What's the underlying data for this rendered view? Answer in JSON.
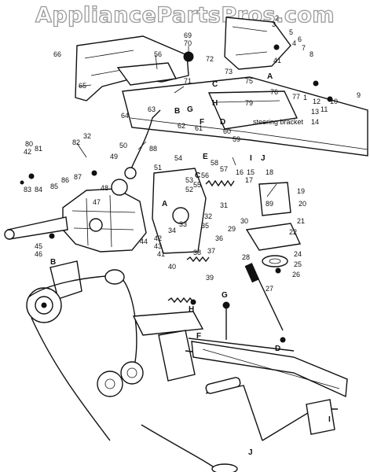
{
  "watermark": "AppliancePartsPros.com",
  "annotations": {
    "steering_bracket": "steering bracket"
  },
  "parts": {
    "p1": "1",
    "p2": "2",
    "p3": "3",
    "p4": "4",
    "p5": "5",
    "p6": "6",
    "p7": "7",
    "p8": "8",
    "p9": "9",
    "p10": "10",
    "p11": "11",
    "p12": "12",
    "p13": "13",
    "p14": "14",
    "p15": "15",
    "p16": "16",
    "p17": "17",
    "p18": "18",
    "p19": "19",
    "p20": "20",
    "p21": "21",
    "p22": "22",
    "p24": "24",
    "p25": "25",
    "p26": "26",
    "p27": "27",
    "p28": "28",
    "p29": "29",
    "p30": "30",
    "p31": "31",
    "p32a": "32",
    "p32b": "32",
    "p33": "33",
    "p34": "34",
    "p35": "35",
    "p36": "36",
    "p37": "37",
    "p38": "38",
    "p39": "39",
    "p40": "40",
    "p41": "41",
    "p41b": "41",
    "p42a": "42",
    "p42b": "42",
    "p43": "43",
    "p44": "44",
    "p45": "45",
    "p46": "46",
    "p47": "47",
    "p48": "48",
    "p49": "49",
    "p50": "50",
    "p51": "51",
    "p52": "52",
    "p53": "53",
    "p54": "54",
    "p55": "55",
    "p56a": "56",
    "p56b": "56",
    "p57": "57",
    "p58": "58",
    "p59": "59",
    "p60": "60",
    "p61": "61",
    "p62": "62",
    "p63": "63",
    "p64": "64",
    "p65": "65",
    "p66": "66",
    "p69": "69",
    "p70": "70",
    "p71": "71",
    "p72": "72",
    "p73": "73",
    "p75": "75",
    "p76": "76",
    "p77": "77",
    "p79": "79",
    "p80": "80",
    "p81": "81",
    "p82": "82",
    "p83": "83",
    "p84": "84",
    "p85": "85",
    "p86": "86",
    "p87": "87",
    "p88": "88",
    "p89": "89"
  },
  "letters": {
    "A1": "A",
    "A2": "A",
    "B1": "B",
    "B2": "B",
    "C1": "C",
    "C2": "C",
    "D1": "D",
    "D2": "D",
    "E1": "E",
    "F1": "F",
    "F2": "F",
    "G1": "G",
    "G2": "G",
    "H1": "H",
    "H2": "H",
    "I1": "I",
    "I2": "I",
    "J1": "J",
    "J2": "J"
  }
}
